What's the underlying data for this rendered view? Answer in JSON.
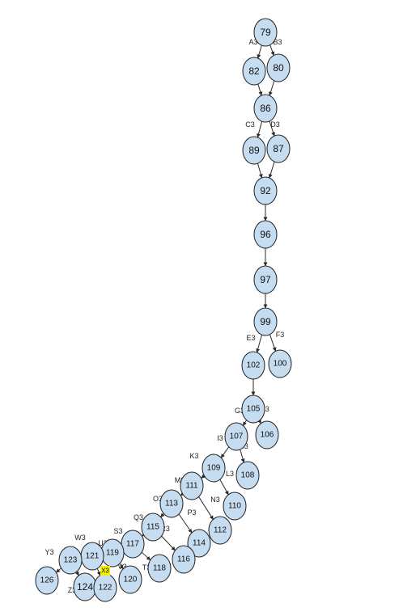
{
  "diagram": {
    "nodes": [
      {
        "id": "79",
        "label": "79"
      },
      {
        "id": "82",
        "label": "82"
      },
      {
        "id": "80",
        "label": "80"
      },
      {
        "id": "86",
        "label": "86"
      },
      {
        "id": "89",
        "label": "89"
      },
      {
        "id": "87",
        "label": "87"
      },
      {
        "id": "92",
        "label": "92"
      },
      {
        "id": "96",
        "label": "96"
      },
      {
        "id": "97",
        "label": "97"
      },
      {
        "id": "99",
        "label": "99"
      },
      {
        "id": "102",
        "label": "102"
      },
      {
        "id": "100",
        "label": "100"
      },
      {
        "id": "105",
        "label": "105"
      },
      {
        "id": "107",
        "label": "107"
      },
      {
        "id": "106",
        "label": "106"
      },
      {
        "id": "109",
        "label": "109"
      },
      {
        "id": "108",
        "label": "108"
      },
      {
        "id": "111",
        "label": "111"
      },
      {
        "id": "110",
        "label": "110"
      },
      {
        "id": "113",
        "label": "113"
      },
      {
        "id": "112",
        "label": "112"
      },
      {
        "id": "115",
        "label": "115"
      },
      {
        "id": "114",
        "label": "114"
      },
      {
        "id": "117",
        "label": "117"
      },
      {
        "id": "116",
        "label": "116"
      },
      {
        "id": "118",
        "label": "118"
      },
      {
        "id": "119",
        "label": "119"
      },
      {
        "id": "121",
        "label": "121"
      },
      {
        "id": "120",
        "label": "120"
      },
      {
        "id": "123",
        "label": "123"
      },
      {
        "id": "124",
        "label": "124"
      },
      {
        "id": "122",
        "label": "122"
      },
      {
        "id": "126",
        "label": "126"
      },
      {
        "id": "X3",
        "label": "X3",
        "highlight": true
      }
    ],
    "edges": [
      {
        "from": "79",
        "to": "82",
        "label": "A3"
      },
      {
        "from": "79",
        "to": "80",
        "label": "B3"
      },
      {
        "from": "82",
        "to": "86",
        "label": ""
      },
      {
        "from": "80",
        "to": "86",
        "label": ""
      },
      {
        "from": "86",
        "to": "89",
        "label": "C3"
      },
      {
        "from": "86",
        "to": "87",
        "label": "D3"
      },
      {
        "from": "89",
        "to": "92",
        "label": ""
      },
      {
        "from": "87",
        "to": "92",
        "label": ""
      },
      {
        "from": "92",
        "to": "96",
        "label": ""
      },
      {
        "from": "96",
        "to": "97",
        "label": ""
      },
      {
        "from": "97",
        "to": "99",
        "label": ""
      },
      {
        "from": "99",
        "to": "102",
        "label": "E3"
      },
      {
        "from": "99",
        "to": "100",
        "label": "F3"
      },
      {
        "from": "102",
        "to": "105",
        "label": ""
      },
      {
        "from": "105",
        "to": "107",
        "label": "G3"
      },
      {
        "from": "105",
        "to": "106",
        "label": "H3"
      },
      {
        "from": "107",
        "to": "109",
        "label": "I3"
      },
      {
        "from": "107",
        "to": "108",
        "label": "J3"
      },
      {
        "from": "109",
        "to": "111",
        "label": "K3"
      },
      {
        "from": "109",
        "to": "110",
        "label": "L3"
      },
      {
        "from": "111",
        "to": "113",
        "label": "M3"
      },
      {
        "from": "111",
        "to": "112",
        "label": "N3"
      },
      {
        "from": "113",
        "to": "115",
        "label": "O3"
      },
      {
        "from": "113",
        "to": "114",
        "label": "P3"
      },
      {
        "from": "115",
        "to": "117",
        "label": "Q3"
      },
      {
        "from": "115",
        "to": "116",
        "label": "R3"
      },
      {
        "from": "117",
        "to": "119",
        "label": "S3"
      },
      {
        "from": "117",
        "to": "118",
        "label": "T3"
      },
      {
        "from": "119",
        "to": "121",
        "label": "U3"
      },
      {
        "from": "119",
        "to": "120",
        "label": "V3"
      },
      {
        "from": "121",
        "to": "123",
        "label": "W3"
      },
      {
        "from": "121",
        "to": "122",
        "label": ""
      },
      {
        "from": "123",
        "to": "126",
        "label": "Y3"
      },
      {
        "from": "123",
        "to": "124",
        "label": "Z3"
      }
    ]
  }
}
